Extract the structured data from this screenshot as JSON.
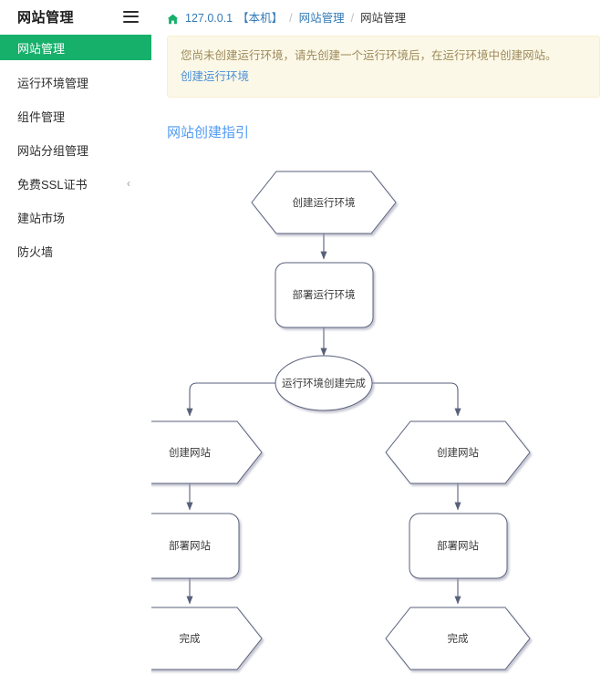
{
  "sidebar": {
    "title": "网站管理",
    "menu_icon": "hamburger-icon",
    "items": [
      {
        "label": "网站管理",
        "active": true,
        "chevron": ""
      },
      {
        "label": "运行环境管理",
        "active": false,
        "chevron": ""
      },
      {
        "label": "组件管理",
        "active": false,
        "chevron": ""
      },
      {
        "label": "网站分组管理",
        "active": false,
        "chevron": ""
      },
      {
        "label": "免费SSL证书",
        "active": false,
        "chevron": "‹"
      },
      {
        "label": "建站市场",
        "active": false,
        "chevron": ""
      },
      {
        "label": "防火墙",
        "active": false,
        "chevron": ""
      }
    ]
  },
  "breadcrumb": {
    "home_icon": "home-icon",
    "host": "127.0.0.1",
    "host_suffix": "【本机】",
    "separator": "/",
    "parent": "网站管理",
    "current": "网站管理"
  },
  "alert": {
    "message": "您尚未创建运行环境，请先创建一个运行环境后，在运行环境中创建网站。",
    "link": "创建运行环境",
    "background_color": "#fcf8e7",
    "text_color": "#9e8a5b",
    "link_color": "#4a90d9"
  },
  "guide": {
    "title": "网站创建指引"
  },
  "flowchart": {
    "nodes": {
      "create_env": "创建运行环境",
      "deploy_env": "部署运行环境",
      "env_done": "运行环境创建完成",
      "create_site_left": "创建网站",
      "deploy_site_left": "部署网站",
      "finish_left": "完成",
      "create_site_right": "创建网站",
      "deploy_site_right": "部署网站",
      "finish_right": "完成"
    },
    "stroke_color": "#59607a",
    "fill_color": "#ffffff"
  },
  "colors": {
    "accent_green": "#17b06b",
    "link_blue": "#337ab7",
    "heading_blue": "#4f9af5"
  }
}
